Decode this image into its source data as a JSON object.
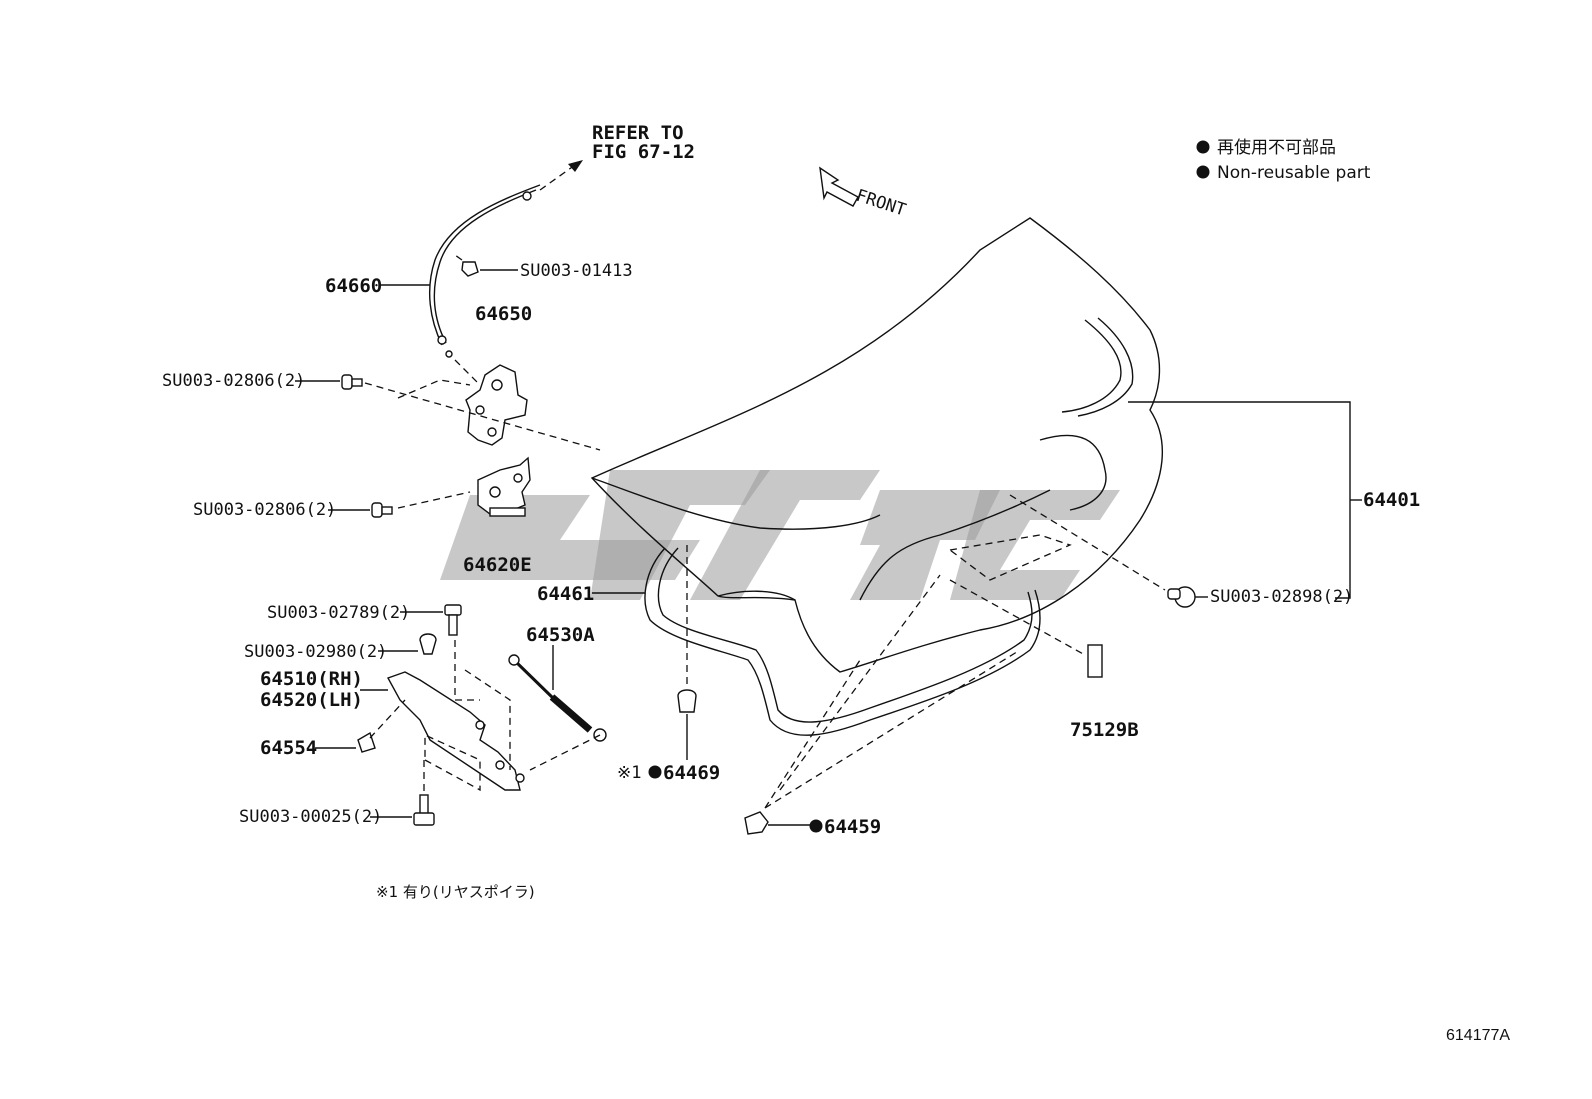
{
  "reference": {
    "line1": "REFER TO",
    "line2": "FIG 67-12"
  },
  "front_label": "FRONT",
  "legend": {
    "jp": "再使用不可部品",
    "en": "Non-reusable part"
  },
  "parts": {
    "p64660": "64660",
    "su01413": "SU003-01413",
    "p64650": "64650",
    "su02806a": "SU003-02806(2)",
    "su02806b": "SU003-02806(2)",
    "p64620e": "64620E",
    "p64461": "64461",
    "p64401": "64401",
    "su02898": "SU003-02898(2)",
    "su02789": "SU003-02789(2)",
    "p64530a": "64530A",
    "su02980": "SU003-02980(2)",
    "p64510": "64510(RH)",
    "p64520": "64520(LH)",
    "p64554": "64554",
    "su00025": "SU003-00025(2)",
    "p64469": "64469",
    "p64469_prefix": "※1",
    "p64459": "64459",
    "p75129b": "75129B"
  },
  "footnote": "※1 有り(リヤスポイラ)",
  "figure_id": "614177A"
}
